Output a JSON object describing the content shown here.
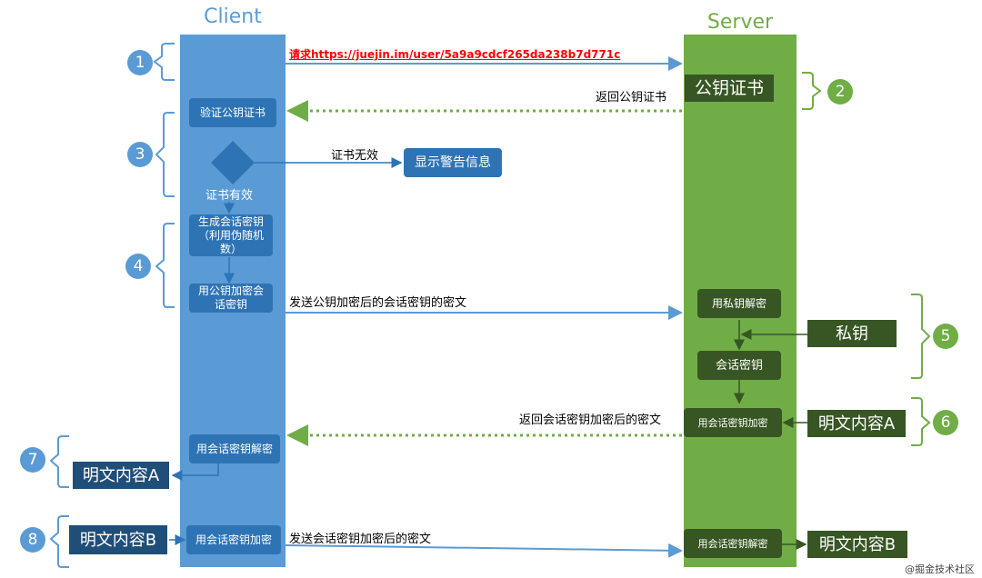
{
  "lanes": {
    "client": "Client",
    "server": "Server"
  },
  "steps": [
    "1",
    "2",
    "3",
    "4",
    "5",
    "6",
    "7",
    "8"
  ],
  "messages": {
    "request_url": "请求https://juejin.im/user/5a9a9cdcf265da238b7d771c",
    "return_cert": "返回公钥证书",
    "cert_invalid": "证书无效",
    "send_encrypted_key": "发送公钥加密后的会话密钥的密文",
    "return_encrypted_content": "返回会话密钥加密后的密文",
    "send_encrypted_content": "发送会话密钥加密后的密文"
  },
  "client_nodes": {
    "verify_cert": "验证公钥证书",
    "cert_valid": "证书有效",
    "show_warning": "显示警告信息",
    "gen_session_key": "生成会话密钥（利用伪随机数）",
    "encrypt_session_key": "用公钥加密会话密钥",
    "decrypt_with_session_key": "用会话密钥解密",
    "plaintext_a": "明文内容A",
    "encrypt_with_session_key": "用会话密钥加密",
    "plaintext_b": "明文内容B"
  },
  "server_nodes": {
    "public_cert": "公钥证书",
    "decrypt_with_private": "用私钥解密",
    "private_key": "私钥",
    "session_key": "会话密钥",
    "encrypt_with_session_key": "用会话密钥加密",
    "plaintext_a": "明文内容A",
    "decrypt_with_session_key": "用会话密钥解密",
    "plaintext_b": "明文内容B"
  },
  "footer": "@掘金技术社区",
  "colors": {
    "client": "#5b9bd5",
    "server": "#70ad47",
    "client_box": "#2e74b5",
    "server_box": "#375623",
    "navy": "#1f4e79",
    "url": "#ff0000"
  }
}
